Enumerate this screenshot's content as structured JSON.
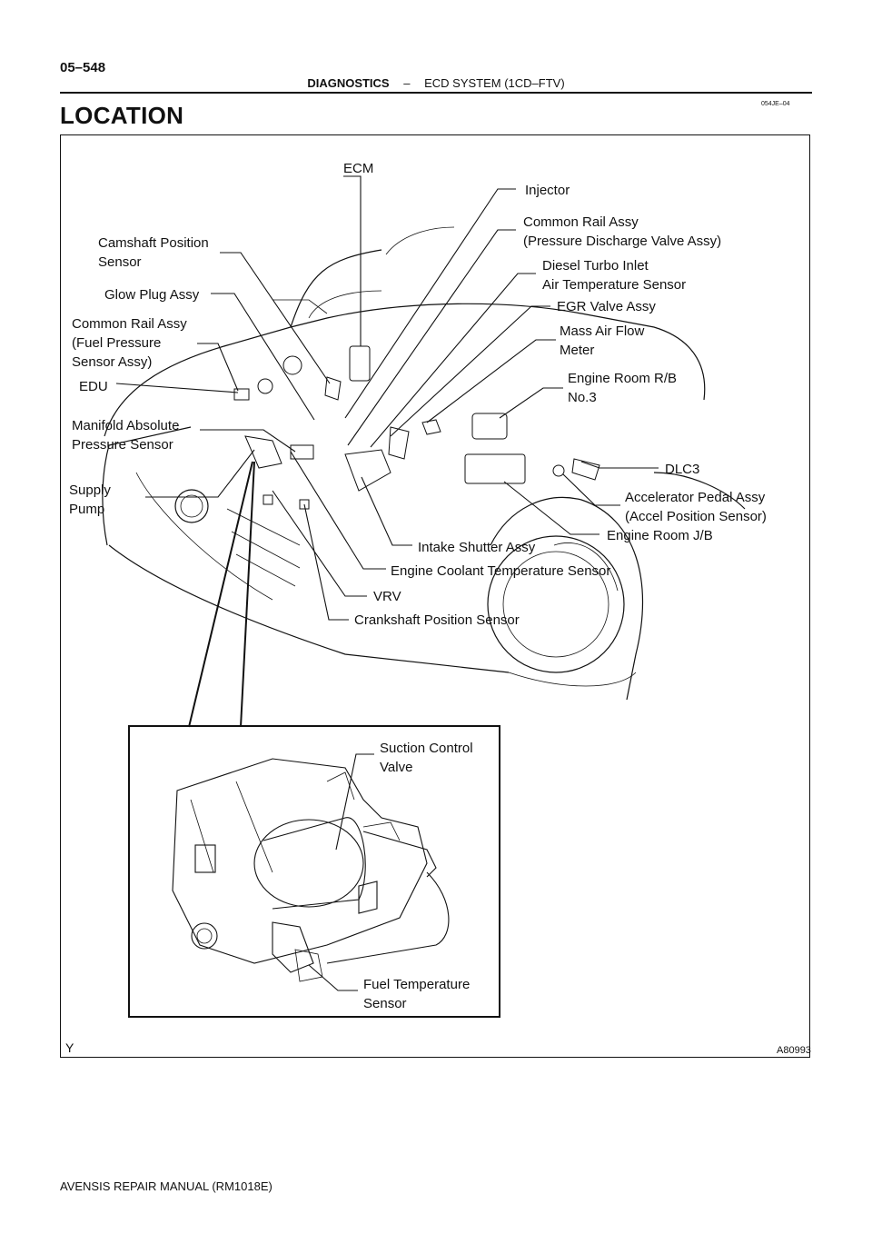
{
  "header": {
    "page_number": "05–548",
    "section": "DIAGNOSTICS",
    "separator": "–",
    "subsection": "ECD SYSTEM (1CD–FTV)",
    "doc_code": "054JE–04"
  },
  "title": "LOCATION",
  "figure": {
    "id": "A80993",
    "corner_mark": "Y",
    "labels": {
      "ecm": "ECM",
      "injector": "Injector",
      "common_rail_pdv": "Common Rail Assy\n(Pressure Discharge Valve Assy)",
      "camshaft_sensor": "Camshaft Position\nSensor",
      "diesel_turbo": "Diesel Turbo Inlet\nAir Temperature Sensor",
      "glow_plug": "Glow Plug Assy",
      "egr_valve": "EGR Valve Assy",
      "common_rail_fps": "Common Rail Assy\n(Fuel Pressure\nSensor Assy)",
      "maf_meter": "Mass Air Flow\nMeter",
      "edu": "EDU",
      "engine_room_rb": "Engine Room R/B\nNo.3",
      "map_sensor": "Manifold Absolute\nPressure Sensor",
      "dlc3": "DLC3",
      "supply_pump": "Supply\nPump",
      "accel_pedal": "Accelerator Pedal Assy\n(Accel Position Sensor)",
      "engine_room_jb": "Engine Room J/B",
      "intake_shutter": "Intake Shutter Assy",
      "coolant_temp": "Engine Coolant Temperature Sensor",
      "vrv": "VRV",
      "crankshaft_sensor": "Crankshaft Position Sensor",
      "suction_control": "Suction Control\nValve",
      "fuel_temp": "Fuel Temperature\nSensor"
    }
  },
  "footer": "AVENSIS REPAIR MANUAL   (RM1018E)"
}
